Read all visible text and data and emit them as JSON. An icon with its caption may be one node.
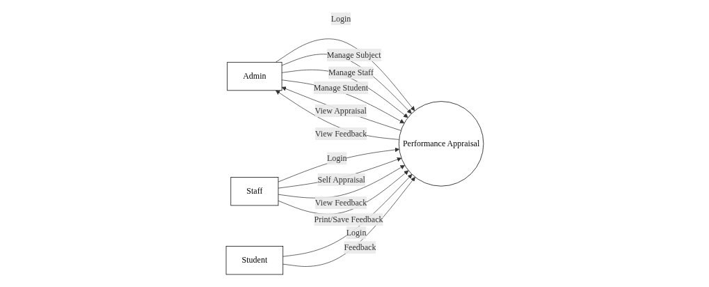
{
  "diagram": {
    "nodes": [
      {
        "text": [
          "Admin"
        ]
      },
      {
        "text": [
          "Performance Appraisal"
        ]
      },
      {
        "text": [
          "Staff"
        ]
      },
      {
        "text": [
          "Student"
        ]
      }
    ],
    "edges": [
      {
        "from": 0,
        "to": 1,
        "arrow": "to",
        "label": "Login"
      },
      {
        "from": 0,
        "to": 1,
        "arrow": "to",
        "label": "Manage Subject"
      },
      {
        "from": 0,
        "to": 1,
        "arrow": "to",
        "label": "Manage Staff"
      },
      {
        "from": 0,
        "to": 1,
        "arrow": "to",
        "label": "Manage Student"
      },
      {
        "from": 1,
        "to": 0,
        "arrow": "to",
        "label": "View Appraisal"
      },
      {
        "from": 1,
        "to": 0,
        "arrow": "to",
        "label": "View Feedback"
      },
      {
        "from": 2,
        "to": 1,
        "arrow": "to",
        "label": "Login"
      },
      {
        "from": 2,
        "to": 1,
        "arrow": "to",
        "label": "Self Appraisal"
      },
      {
        "from": 2,
        "to": 1,
        "arrow": "to",
        "label": "View Feedback"
      },
      {
        "from": 2,
        "to": 1,
        "arrow": "to",
        "label": "Print/Save Feedback"
      },
      {
        "from": 3,
        "to": 1,
        "arrow": "to",
        "label": "Login"
      },
      {
        "from": 3,
        "to": 1,
        "arrow": "to",
        "label": "Feedback"
      }
    ]
  }
}
